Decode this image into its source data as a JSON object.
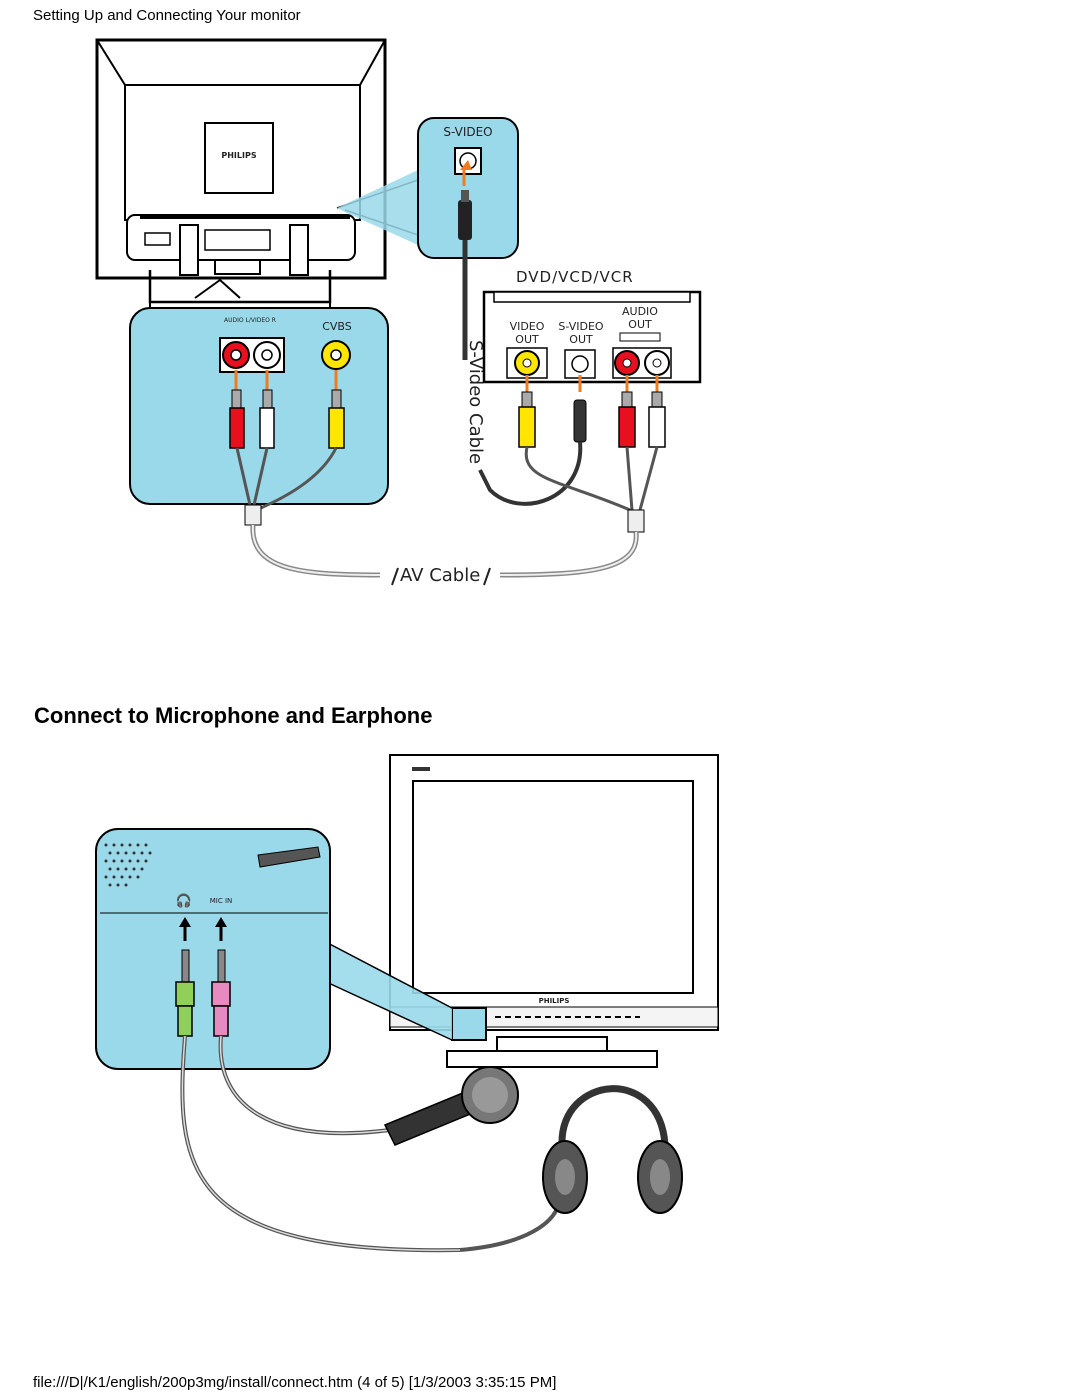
{
  "header": {
    "title": "Setting Up and Connecting Your monitor"
  },
  "figure1": {
    "brand_logo": "PHILIPS",
    "svideo_port_label": "S-VIDEO",
    "audio_port_label": "AUDIO L/VIDEO R",
    "cvbs_label": "CVBS",
    "device_label": "DVD/VCD/VCR",
    "video_out_label_1": "VIDEO",
    "video_out_label_2": "OUT",
    "svideo_out_label_1": "S-VIDEO",
    "svideo_out_label_2": "OUT",
    "audio_out_label_1": "AUDIO",
    "audio_out_label_2": "OUT",
    "svideo_cable_label": "S-Video Cable",
    "av_cable_label": "AV Cable"
  },
  "section": {
    "heading": "Connect to Microphone and Earphone"
  },
  "figure2": {
    "brand_logo": "PHILIPS",
    "mic_port_label": "MIC IN"
  },
  "footer": {
    "text": "file:///D|/K1/english/200p3mg/install/connect.htm (4 of 5) [1/3/2003 3:35:15 PM]"
  },
  "colors": {
    "panel_blue": "#9ad9ea",
    "plug_red": "#e8101e",
    "plug_yellow": "#ffe600",
    "arrow_orange": "#f07c1d",
    "jack_green": "#8fcf5a",
    "jack_pink": "#e78ac0"
  }
}
